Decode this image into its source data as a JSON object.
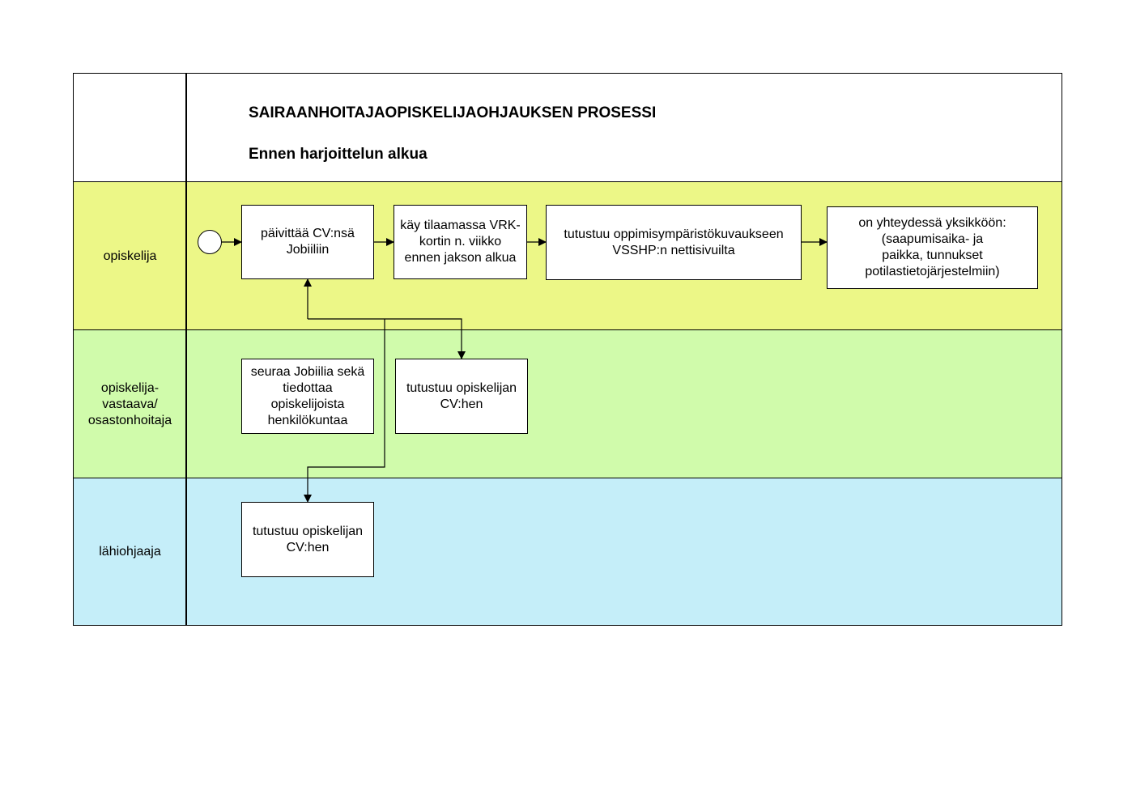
{
  "header": {
    "title": "SAIRAANHOITAJAOPISKELIJAOHJAUKSEN PROSESSI",
    "subtitle": "Ennen harjoittelun alkua"
  },
  "lanes": [
    {
      "label": "opiskelija",
      "color": "#ecf787"
    },
    {
      "label": "opiskelija-\nvastaava/\nosastonhoitaja",
      "color": "#d0fbab"
    },
    {
      "label": "lähiohjaaja",
      "color": "#c5eef9"
    }
  ],
  "steps": {
    "update_cv": "päivittää CV:nsä\nJobiiliin",
    "order_card": "käy tilaamassa VRK-\nkortin n. viikko\nennen jakson alkua",
    "learning_env": "tutustuu oppimisympäristökuvaukseen\nVSSHP:n nettisivuilta",
    "contact_unit": "on yhteydessä yksikköön:\n(saapumisaika- ja\npaikka,  tunnukset\npotilastietojärjestelmiin)",
    "follow_jobiili": "seuraa Jobiilia sekä\ntiedottaa\nopiskelijoista\nhenkilökuntaa",
    "read_cv_manager": "tutustuu opiskelijan\nCV:hen",
    "read_cv_supervisor": "tutustuu opiskelijan\nCV:hen"
  }
}
